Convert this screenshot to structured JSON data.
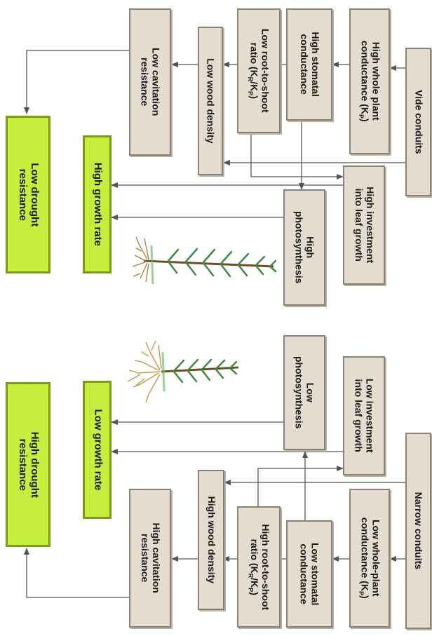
{
  "panels": [
    {
      "id": "top",
      "boxes": {
        "conduits": "Vide conduits",
        "plant_conductance": "High whole plant\nconductance (K",
        "plant_conductance_sub": "P",
        "plant_conductance_end": ")",
        "stomatal": "High stomatal\nconductance",
        "root_shoot": "Low root-to-shoot\nratio (K",
        "root_shoot_sub1": "R",
        "root_shoot_mid": "/K",
        "root_shoot_sub2": "P",
        "root_shoot_end": ")",
        "wood_density": "Low wood density",
        "cavitation": "Low cavitation\nresistance",
        "leaf_investment": "High investment\ninto leaf growth",
        "photosynthesis": "High\nphotosynthesis",
        "growth_rate": "High growth rate",
        "drought": "Low drought\nresistance"
      }
    },
    {
      "id": "bottom",
      "boxes": {
        "conduits": "Narrow conduits",
        "plant_conductance": "Low whole-plant\nconductance (K",
        "plant_conductance_sub": "P",
        "plant_conductance_end": ")",
        "stomatal": "Low stomatal\nconductance",
        "root_shoot": "High root-to-shoot\nratio (K",
        "root_shoot_sub1": "R",
        "root_shoot_mid": "/K",
        "root_shoot_sub2": "P",
        "root_shoot_end": ")",
        "wood_density": "High wood density",
        "cavitation": "High cavitation\nresistance",
        "leaf_investment": "Low investment\ninto leaf growth",
        "photosynthesis": "Low\nphotosynthesis",
        "growth_rate": "Low growth rate",
        "drought": "High drought\nresistance"
      }
    }
  ],
  "colors": {
    "box_fill": "#e3dccf",
    "box_border": "#8a8375",
    "outcome_fill": "#c6ee3c",
    "outcome_border": "#7d9a1a",
    "arrow": "#555555"
  },
  "illustrations": [
    "pine-seedling-top",
    "pine-seedling-bottom"
  ]
}
